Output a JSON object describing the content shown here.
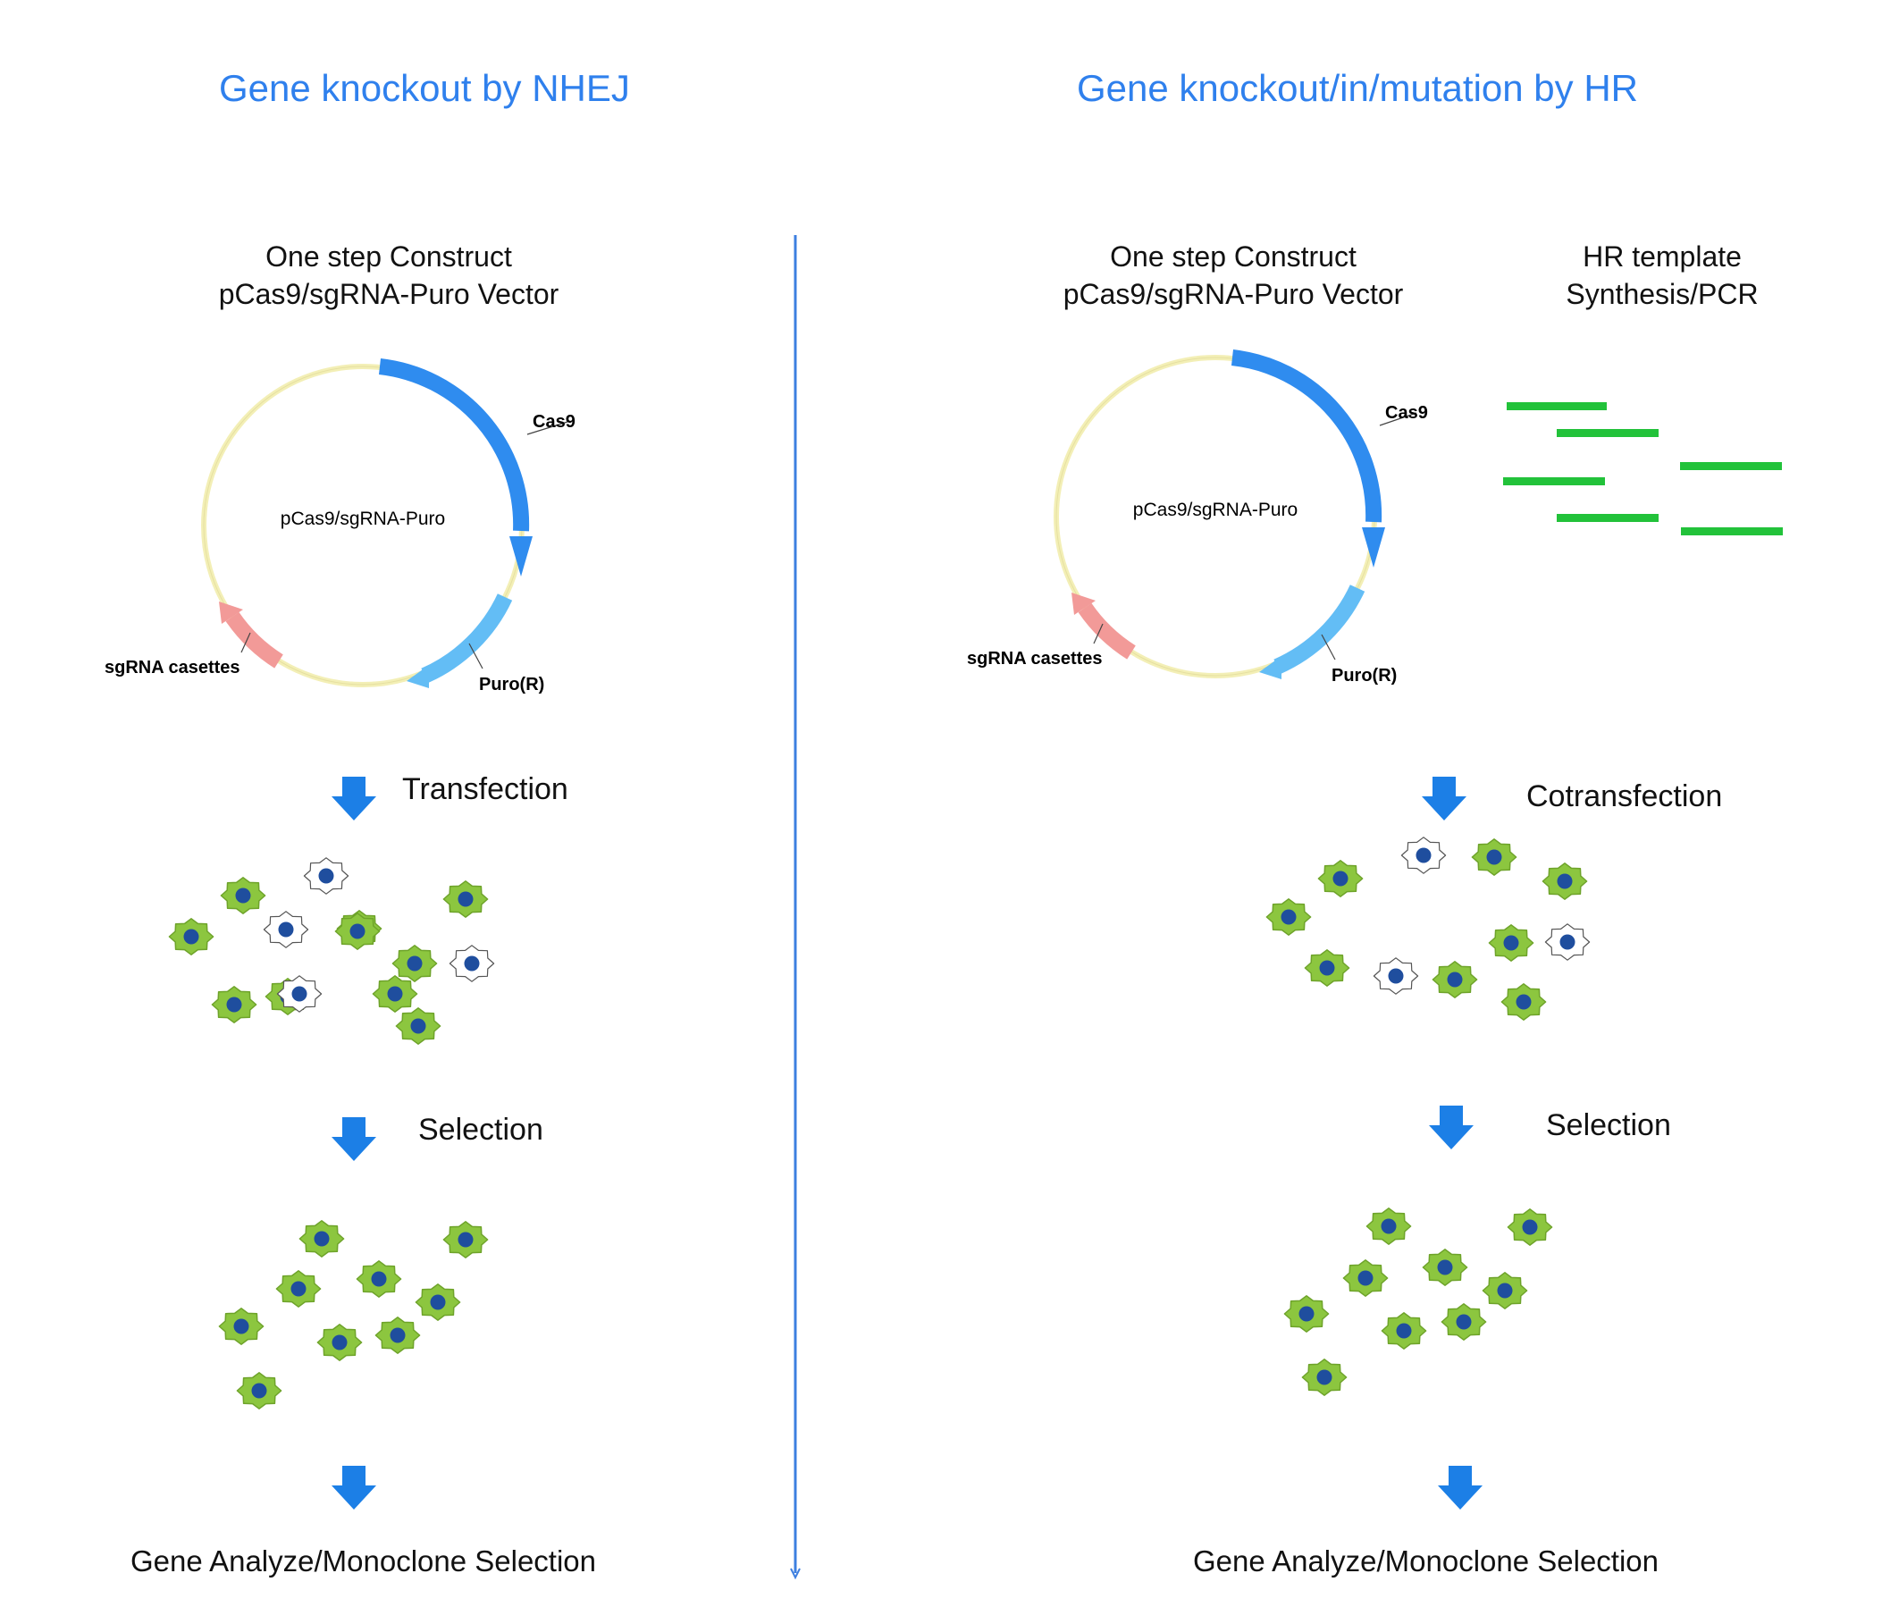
{
  "left": {
    "title": "Gene knockout by NHEJ",
    "construct_line1": "One step Construct",
    "construct_line2": "pCas9/sgRNA-Puro Vector",
    "plasmid": {
      "name": "pCas9/sgRNA-Puro",
      "label_cas9": "Cas9",
      "label_puro": "Puro(R)",
      "label_sgrna": "sgRNA casettes"
    },
    "step1": "Transfection",
    "step2": "Selection",
    "final": "Gene Analyze/Monoclone Selection"
  },
  "right": {
    "title": "Gene knockout/in/mutation by HR",
    "construct_line1": "One step Construct",
    "construct_line2": "pCas9/sgRNA-Puro Vector",
    "template_line1": "HR template",
    "template_line2": "Synthesis/PCR",
    "plasmid": {
      "name": "pCas9/sgRNA-Puro",
      "label_cas9": "Cas9",
      "label_puro": "Puro(R)",
      "label_sgrna": "sgRNA casettes"
    },
    "step1": "Cotransfection",
    "step2": "Selection",
    "final": "Gene Analyze/Monoclone Selection"
  },
  "colors": {
    "title": "#2f80ed",
    "cas9": "#2f8cef",
    "puro": "#63bdf5",
    "sgrna": "#f29a98",
    "backbone": "#f3efb6",
    "cell_green": "#8cc63f",
    "cell_nucleus": "#1f4e9e",
    "hr_template": "#22c23a",
    "arrow": "#1c7fe6"
  },
  "icons": {
    "step_arrow": "down-arrow-icon",
    "transfected_cell": "green-cell-icon",
    "untransfected_cell": "white-cell-icon"
  }
}
